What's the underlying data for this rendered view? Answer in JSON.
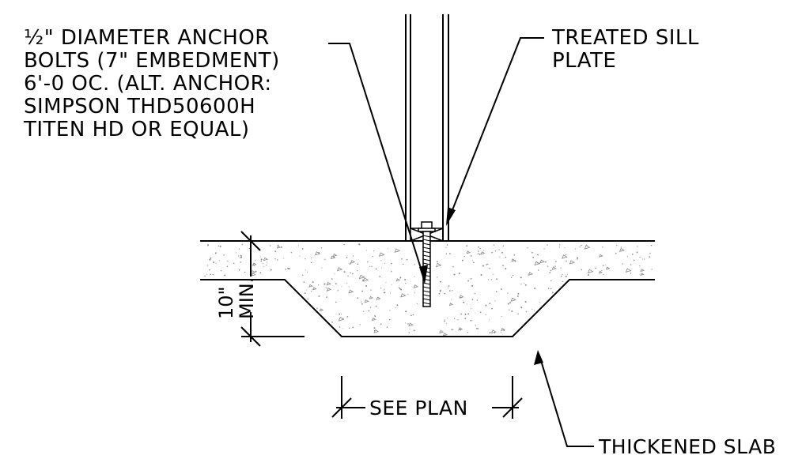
{
  "labels": {
    "anchor_bolts": [
      "½\" DIAMETER ANCHOR",
      "BOLTS (7\" EMBEDMENT)",
      "6'-0 OC. (ALT. ANCHOR:",
      "SIMPSON THD50600H",
      "TITEN HD OR EQUAL)"
    ],
    "sill_plate": [
      "TREATED SILL",
      "PLATE"
    ],
    "thickened_slab": "THICKENED SLAB",
    "see_plan": "SEE PLAN",
    "depth_value": "10\"",
    "depth_min": "MIN."
  },
  "colors": {
    "line": "#000000",
    "concrete_dots": "#888888",
    "background": "#ffffff"
  }
}
